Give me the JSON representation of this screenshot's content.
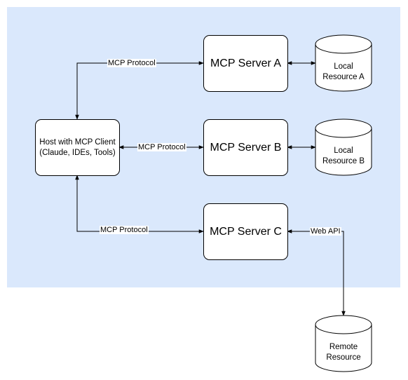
{
  "colors": {
    "region_fill": "#dae8fc",
    "stroke": "#000000",
    "box_fill": "#ffffff"
  },
  "host": {
    "label_line1": "Host with MCP Client",
    "label_line2": "(Claude, IDEs, Tools)"
  },
  "servers": [
    {
      "label": "MCP Server A"
    },
    {
      "label": "MCP Server B"
    },
    {
      "label": "MCP Server C"
    }
  ],
  "resources": [
    {
      "line1": "Local",
      "line2": "Resource A"
    },
    {
      "line1": "Local",
      "line2": "Resource B"
    },
    {
      "line1": "Remote",
      "line2": "Resource"
    }
  ],
  "edges": {
    "host_to_a": "MCP Protocol",
    "host_to_b": "MCP Protocol",
    "host_to_c": "MCP Protocol",
    "c_to_remote": "Web API"
  }
}
